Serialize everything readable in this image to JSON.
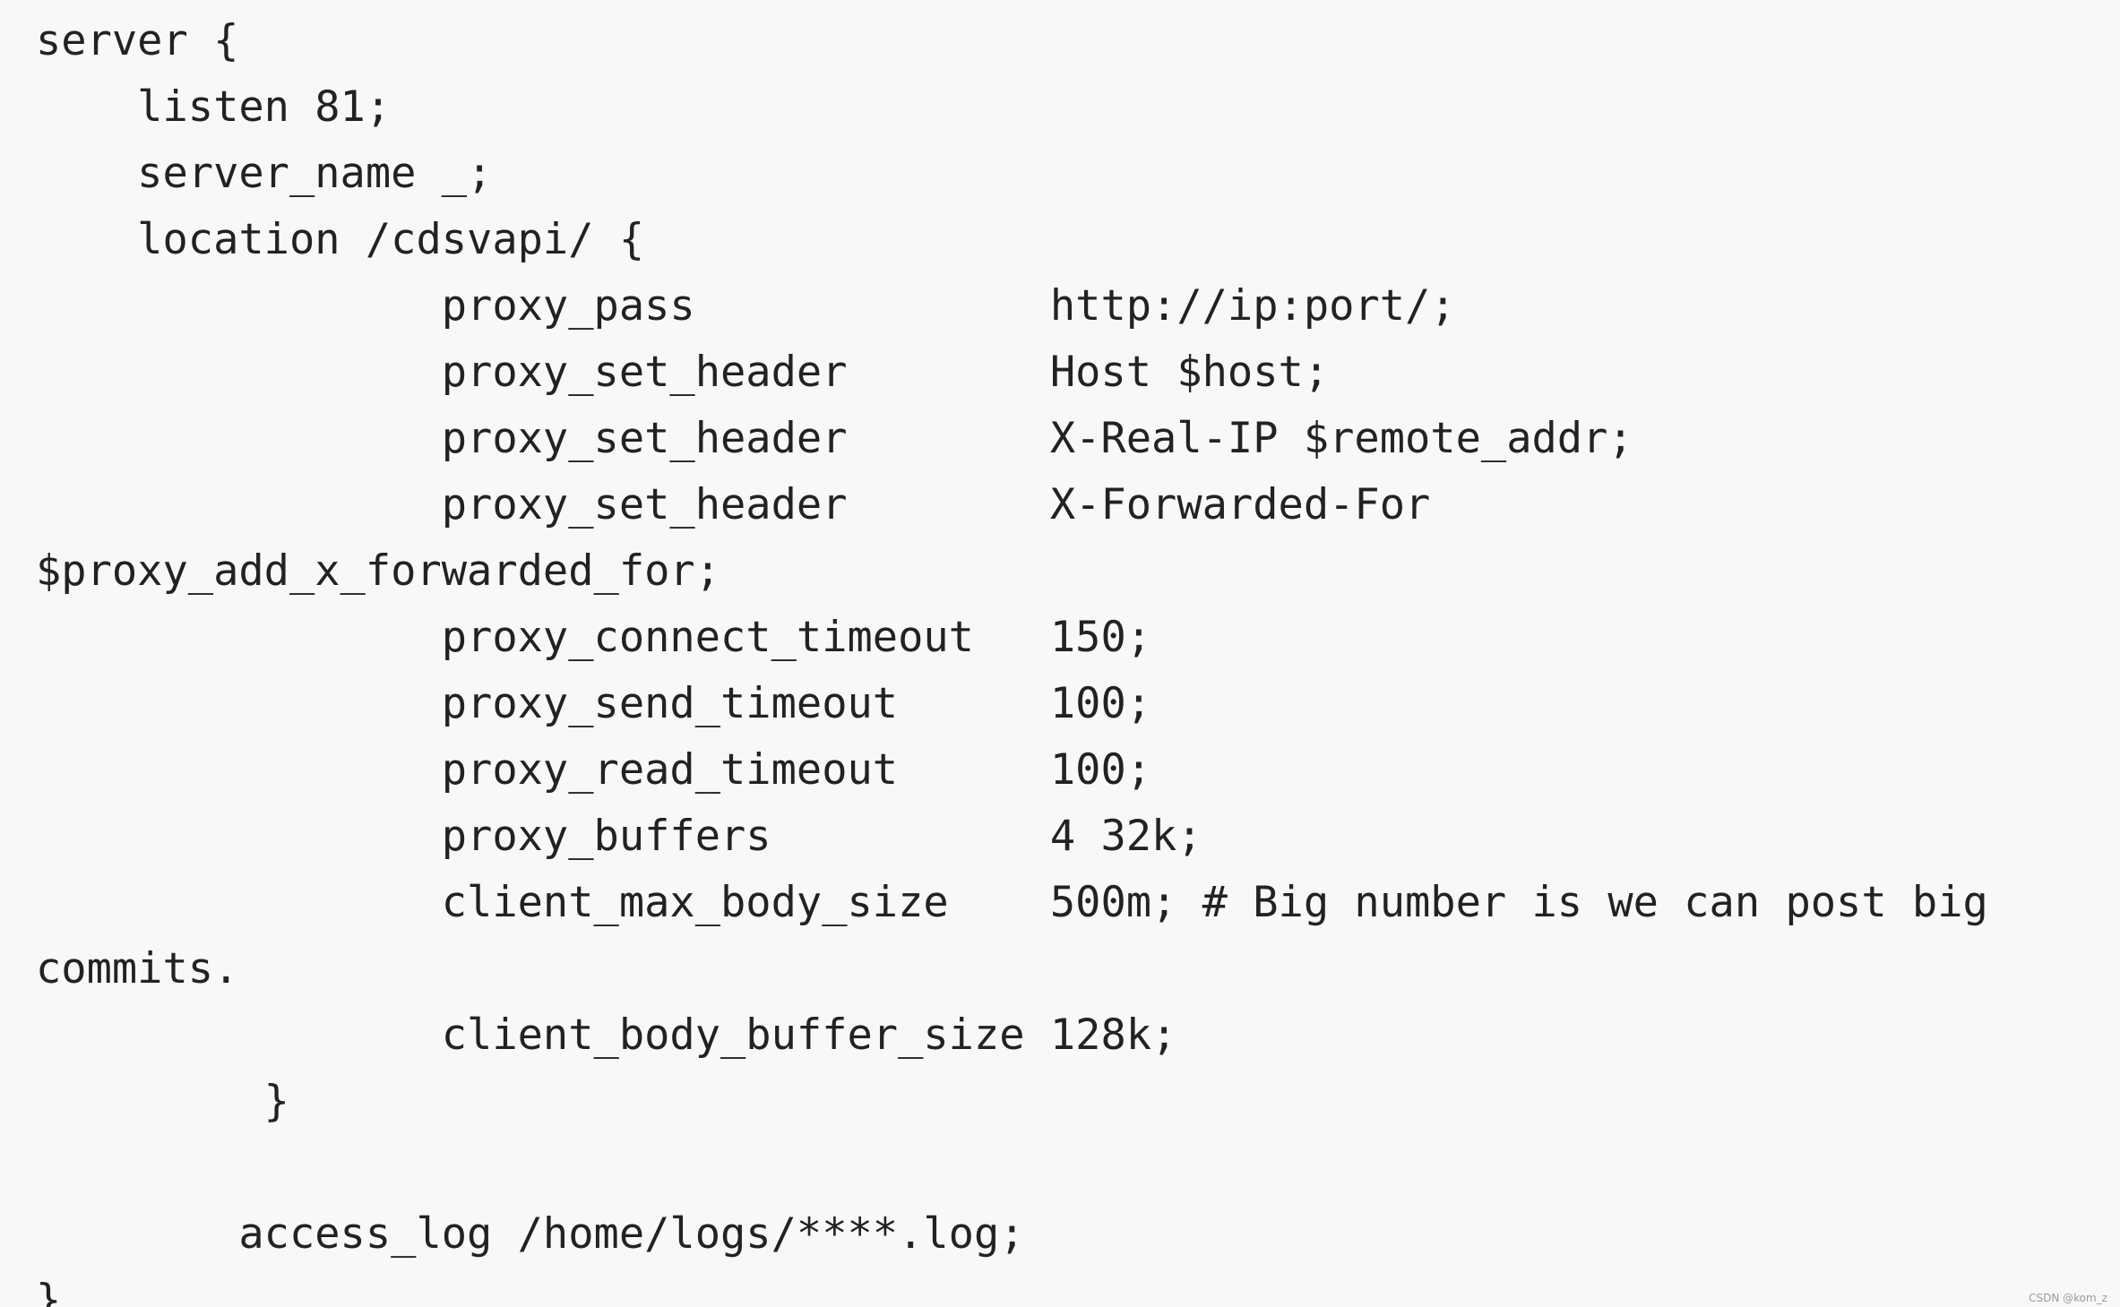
{
  "code_block": {
    "language_hint": "nginx",
    "lines": [
      "server {",
      "    listen 81;",
      "    server_name _;",
      "    location /cdsvapi/ {",
      "                proxy_pass              http://ip:port/;",
      "                proxy_set_header        Host $host;",
      "                proxy_set_header        X-Real-IP $remote_addr;",
      "                proxy_set_header        X-Forwarded-For",
      "$proxy_add_x_forwarded_for;",
      "                proxy_connect_timeout   150;",
      "                proxy_send_timeout      100;",
      "                proxy_read_timeout      100;",
      "                proxy_buffers           4 32k;",
      "                client_max_body_size    500m; # Big number is we can post big",
      "commits.",
      "                client_body_buffer_size 128k;",
      "         }",
      "",
      "        access_log /home/logs/****.log;",
      "}"
    ]
  },
  "watermark": "CSDN @kom_z",
  "colors": {
    "background": "#f8f8f8",
    "text": "#222222",
    "watermark": "#9a9a9a"
  }
}
